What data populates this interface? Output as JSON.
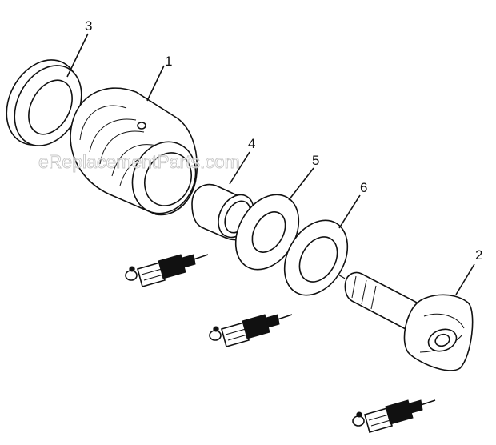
{
  "watermark": "eReplacementParts.com",
  "callouts": [
    {
      "id": "3",
      "label": "3"
    },
    {
      "id": "1",
      "label": "1"
    },
    {
      "id": "4",
      "label": "4"
    },
    {
      "id": "5",
      "label": "5"
    },
    {
      "id": "6",
      "label": "6"
    },
    {
      "id": "2",
      "label": "2"
    }
  ],
  "icons": [
    "grease-gun-icon",
    "grease-gun-icon",
    "grease-gun-icon"
  ]
}
